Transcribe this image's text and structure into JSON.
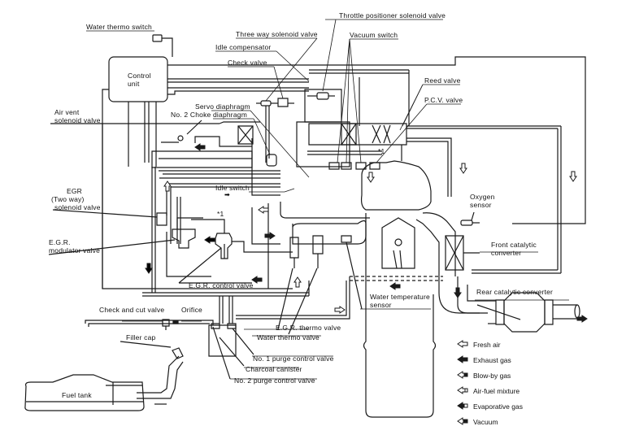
{
  "title": "Emission control system diagram",
  "labels": {
    "water_thermo_switch": "Water thermo switch",
    "control_unit_line1": "Control",
    "control_unit_line2": "unit",
    "three_way_solenoid_valve": "Three way solenoid valve",
    "idle_compensator": "Idle compensator",
    "check_valve": "Check valve",
    "throttle_positioner_solenoid_valve": "Throttle positioner solenoid valve",
    "vacuum_switch": "Vacuum switch",
    "reed_valve": "Reed valve",
    "pcv_valve": "P.C.V. valve",
    "air_vent_line1": "Air vent",
    "air_vent_line2": "solenoid valve",
    "servo_diaphragm": "Servo diaphragm",
    "no2_choke_diaphragm": "No. 2 Choke diaphragm",
    "egr_line1": "EGR",
    "egr_line2": "(Two way)",
    "egr_line3": "solenoid valve",
    "idle_switch": "Idle switch",
    "ref_1a": "*1",
    "ref_1b": "*1",
    "oxygen_line1": "Oxygen",
    "oxygen_line2": "sensor",
    "egr_modulator_line1": "E.G.R.",
    "egr_modulator_line2": "modulator valve",
    "front_cat_line1": "Front catalytic",
    "front_cat_line2": "converter",
    "egr_control_valve": "E.G.R. control valve",
    "rear_catalytic_converter": "Rear catalytic converter",
    "water_temp_line1": "Water temperature",
    "water_temp_line2": "sensor",
    "check_and_cut_valve": "Check and cut valve",
    "orifice": "Orifice",
    "egr_thermo_valve": "E.G.R. thermo valve",
    "water_thermo_valve": "Water thermo valve",
    "filler_cap": "Filler cap",
    "no1_purge_control_valve": "No. 1 purge control valve",
    "charcoal_canister": "Charcoal canister",
    "no2_purge_control_valve": "No. 2 purge control valve",
    "fuel_tank": "Fuel tank"
  },
  "legend": [
    {
      "icon": "fresh-air-arrow-icon",
      "label": "Fresh air"
    },
    {
      "icon": "exhaust-gas-arrow-icon",
      "label": "Exhaust gas"
    },
    {
      "icon": "blow-by-gas-arrow-icon",
      "label": "Blow-by gas"
    },
    {
      "icon": "air-fuel-mixture-arrow-icon",
      "label": "Air-fuel mixture"
    },
    {
      "icon": "evaporative-gas-arrow-icon",
      "label": "Evaporative gas"
    },
    {
      "icon": "vacuum-arrow-icon",
      "label": "Vacuum"
    }
  ]
}
